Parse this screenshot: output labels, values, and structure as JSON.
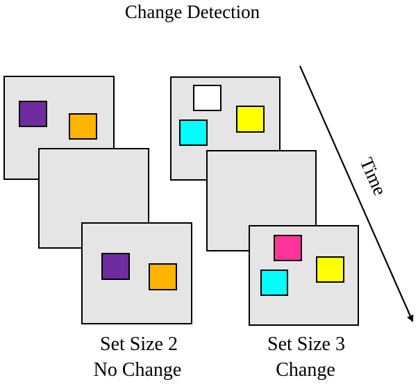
{
  "title": "Change Detection",
  "time_label": "Time",
  "colors": {
    "panel": "#e5e5e5",
    "purple": "#6f2c9e",
    "orange": "#ffb400",
    "white": "#ffffff",
    "yellow": "#ffff00",
    "cyan": "#00ffff",
    "magenta": "#ff3399"
  },
  "conditions": [
    {
      "caption_line1": "Set Size 2",
      "caption_line2": "No Change",
      "frames": [
        {
          "role": "memory",
          "items": [
            "purple",
            "orange"
          ]
        },
        {
          "role": "delay",
          "items": []
        },
        {
          "role": "test",
          "items": [
            "purple",
            "orange"
          ]
        }
      ]
    },
    {
      "caption_line1": "Set Size 3",
      "caption_line2": "Change",
      "frames": [
        {
          "role": "memory",
          "items": [
            "white",
            "yellow",
            "cyan"
          ]
        },
        {
          "role": "delay",
          "items": []
        },
        {
          "role": "test",
          "items": [
            "magenta",
            "yellow",
            "cyan"
          ]
        }
      ]
    }
  ]
}
